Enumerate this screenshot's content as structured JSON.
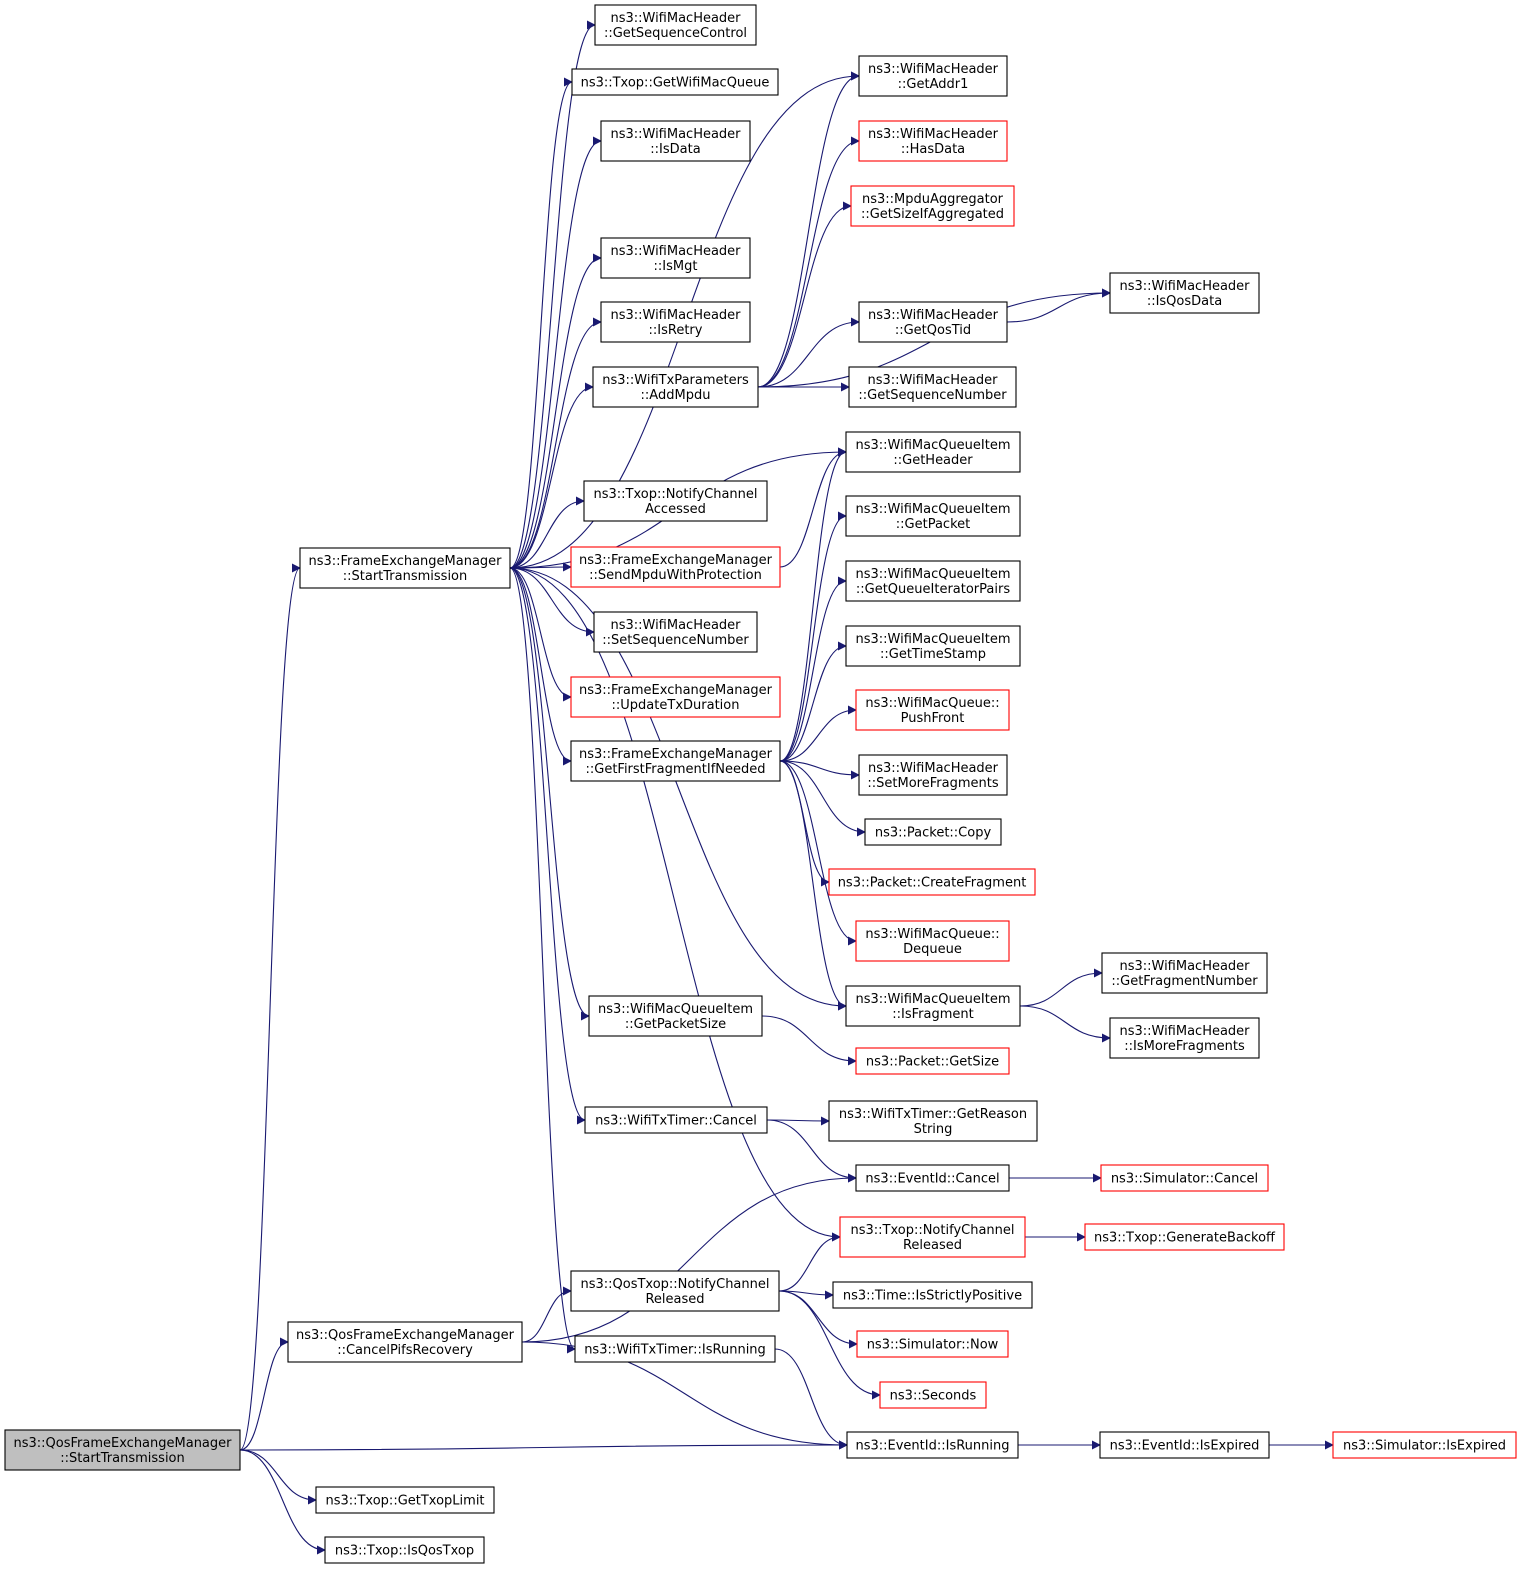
{
  "colors": {
    "edge": "#191970",
    "arrowhead": "#191970",
    "node_border": "#000000",
    "node_border_incomplete": "#ff0000",
    "node_fill": "#ffffff",
    "root_fill": "#bfbfbf",
    "text": "#000000"
  },
  "root": "qfem_start",
  "nodes": [
    {
      "id": "qfem_start",
      "lines": [
        "ns3::QosFrameExchangeManager",
        "::StartTransmission"
      ],
      "style": "root"
    },
    {
      "id": "fem_start",
      "lines": [
        "ns3::FrameExchangeManager",
        "::StartTransmission"
      ],
      "style": "normal"
    },
    {
      "id": "qfem_cancel_pifs",
      "lines": [
        "ns3::QosFrameExchangeManager",
        "::CancelPifsRecovery"
      ],
      "style": "normal"
    },
    {
      "id": "txop_get_txop_limit",
      "lines": [
        "ns3::Txop::GetTxopLimit"
      ],
      "style": "normal"
    },
    {
      "id": "txop_is_qos_txop",
      "lines": [
        "ns3::Txop::IsQosTxop"
      ],
      "style": "normal"
    },
    {
      "id": "wmh_get_seq_ctrl",
      "lines": [
        "ns3::WifiMacHeader",
        "::GetSequenceControl"
      ],
      "style": "normal"
    },
    {
      "id": "txop_get_wifi_mac_queue",
      "lines": [
        "ns3::Txop::GetWifiMacQueue"
      ],
      "style": "normal"
    },
    {
      "id": "wmh_is_data",
      "lines": [
        "ns3::WifiMacHeader",
        "::IsData"
      ],
      "style": "normal"
    },
    {
      "id": "wmh_is_mgt",
      "lines": [
        "ns3::WifiMacHeader",
        "::IsMgt"
      ],
      "style": "normal"
    },
    {
      "id": "wmh_is_retry",
      "lines": [
        "ns3::WifiMacHeader",
        "::IsRetry"
      ],
      "style": "normal"
    },
    {
      "id": "wtp_add_mpdu",
      "lines": [
        "ns3::WifiTxParameters",
        "::AddMpdu"
      ],
      "style": "normal"
    },
    {
      "id": "txop_notify_access",
      "lines": [
        "ns3::Txop::NotifyChannel",
        "Accessed"
      ],
      "style": "normal"
    },
    {
      "id": "fem_send_mpdu",
      "lines": [
        "ns3::FrameExchangeManager",
        "::SendMpduWithProtection"
      ],
      "style": "incomplete"
    },
    {
      "id": "wmh_set_seq_num",
      "lines": [
        "ns3::WifiMacHeader",
        "::SetSequenceNumber"
      ],
      "style": "normal"
    },
    {
      "id": "fem_update_tx_dur",
      "lines": [
        "ns3::FrameExchangeManager",
        "::UpdateTxDuration"
      ],
      "style": "incomplete"
    },
    {
      "id": "fem_get_first_frag",
      "lines": [
        "ns3::FrameExchangeManager",
        "::GetFirstFragmentIfNeeded"
      ],
      "style": "normal"
    },
    {
      "id": "wmqi_get_packet_size",
      "lines": [
        "ns3::WifiMacQueueItem",
        "::GetPacketSize"
      ],
      "style": "normal"
    },
    {
      "id": "wtt_cancel",
      "lines": [
        "ns3::WifiTxTimer::Cancel"
      ],
      "style": "normal"
    },
    {
      "id": "qostxop_notify_released",
      "lines": [
        "ns3::QosTxop::NotifyChannel",
        "Released"
      ],
      "style": "normal"
    },
    {
      "id": "wtt_is_running",
      "lines": [
        "ns3::WifiTxTimer::IsRunning"
      ],
      "style": "normal"
    },
    {
      "id": "wmh_get_addr1",
      "lines": [
        "ns3::WifiMacHeader",
        "::GetAddr1"
      ],
      "style": "normal"
    },
    {
      "id": "wmh_has_data",
      "lines": [
        "ns3::WifiMacHeader",
        "::HasData"
      ],
      "style": "incomplete"
    },
    {
      "id": "mpdu_agg_size",
      "lines": [
        "ns3::MpduAggregator",
        "::GetSizeIfAggregated"
      ],
      "style": "incomplete"
    },
    {
      "id": "wmh_get_qos_tid",
      "lines": [
        "ns3::WifiMacHeader",
        "::GetQosTid"
      ],
      "style": "normal"
    },
    {
      "id": "wmh_get_seq_num",
      "lines": [
        "ns3::WifiMacHeader",
        "::GetSequenceNumber"
      ],
      "style": "normal"
    },
    {
      "id": "wmqi_get_header",
      "lines": [
        "ns3::WifiMacQueueItem",
        "::GetHeader"
      ],
      "style": "normal"
    },
    {
      "id": "wmqi_get_packet",
      "lines": [
        "ns3::WifiMacQueueItem",
        "::GetPacket"
      ],
      "style": "normal"
    },
    {
      "id": "wmqi_get_queue_iter",
      "lines": [
        "ns3::WifiMacQueueItem",
        "::GetQueueIteratorPairs"
      ],
      "style": "normal"
    },
    {
      "id": "wmqi_get_timestamp",
      "lines": [
        "ns3::WifiMacQueueItem",
        "::GetTimeStamp"
      ],
      "style": "normal"
    },
    {
      "id": "wmq_push_front",
      "lines": [
        "ns3::WifiMacQueue::",
        "PushFront"
      ],
      "style": "incomplete"
    },
    {
      "id": "wmh_set_more_frag",
      "lines": [
        "ns3::WifiMacHeader",
        "::SetMoreFragments"
      ],
      "style": "normal"
    },
    {
      "id": "packet_copy",
      "lines": [
        "ns3::Packet::Copy"
      ],
      "style": "normal"
    },
    {
      "id": "packet_create_frag",
      "lines": [
        "ns3::Packet::CreateFragment"
      ],
      "style": "incomplete"
    },
    {
      "id": "wmq_dequeue",
      "lines": [
        "ns3::WifiMacQueue::",
        "Dequeue"
      ],
      "style": "incomplete"
    },
    {
      "id": "wmqi_is_fragment",
      "lines": [
        "ns3::WifiMacQueueItem",
        "::IsFragment"
      ],
      "style": "normal"
    },
    {
      "id": "packet_get_size",
      "lines": [
        "ns3::Packet::GetSize"
      ],
      "style": "incomplete"
    },
    {
      "id": "wtt_get_reason",
      "lines": [
        "ns3::WifiTxTimer::GetReason",
        "String"
      ],
      "style": "normal"
    },
    {
      "id": "eventid_cancel",
      "lines": [
        "ns3::EventId::Cancel"
      ],
      "style": "normal"
    },
    {
      "id": "txop_notify_released",
      "lines": [
        "ns3::Txop::NotifyChannel",
        "Released"
      ],
      "style": "incomplete"
    },
    {
      "id": "time_is_strictly_pos",
      "lines": [
        "ns3::Time::IsStrictlyPositive"
      ],
      "style": "normal"
    },
    {
      "id": "sim_now",
      "lines": [
        "ns3::Simulator::Now"
      ],
      "style": "incomplete"
    },
    {
      "id": "seconds",
      "lines": [
        "ns3::Seconds"
      ],
      "style": "incomplete"
    },
    {
      "id": "eventid_is_running",
      "lines": [
        "ns3::EventId::IsRunning"
      ],
      "style": "normal"
    },
    {
      "id": "wmh_is_qos_data",
      "lines": [
        "ns3::WifiMacHeader",
        "::IsQosData"
      ],
      "style": "normal"
    },
    {
      "id": "wmh_get_frag_num",
      "lines": [
        "ns3::WifiMacHeader",
        "::GetFragmentNumber"
      ],
      "style": "normal"
    },
    {
      "id": "wmh_is_more_frag",
      "lines": [
        "ns3::WifiMacHeader",
        "::IsMoreFragments"
      ],
      "style": "normal"
    },
    {
      "id": "sim_cancel",
      "lines": [
        "ns3::Simulator::Cancel"
      ],
      "style": "incomplete"
    },
    {
      "id": "txop_gen_backoff",
      "lines": [
        "ns3::Txop::GenerateBackoff"
      ],
      "style": "incomplete"
    },
    {
      "id": "eventid_is_expired",
      "lines": [
        "ns3::EventId::IsExpired"
      ],
      "style": "normal"
    },
    {
      "id": "sim_is_expired",
      "lines": [
        "ns3::Simulator::IsExpired"
      ],
      "style": "incomplete"
    }
  ],
  "edges": [
    [
      "qfem_start",
      "fem_start"
    ],
    [
      "qfem_start",
      "qfem_cancel_pifs"
    ],
    [
      "qfem_start",
      "eventid_is_running"
    ],
    [
      "qfem_start",
      "txop_get_txop_limit"
    ],
    [
      "qfem_start",
      "txop_is_qos_txop"
    ],
    [
      "fem_start",
      "wmh_get_seq_ctrl"
    ],
    [
      "fem_start",
      "txop_get_wifi_mac_queue"
    ],
    [
      "fem_start",
      "wmh_is_data"
    ],
    [
      "fem_start",
      "wmh_get_addr1"
    ],
    [
      "fem_start",
      "wmh_is_mgt"
    ],
    [
      "fem_start",
      "wmh_is_retry"
    ],
    [
      "fem_start",
      "wtp_add_mpdu"
    ],
    [
      "fem_start",
      "wmqi_get_header"
    ],
    [
      "fem_start",
      "txop_notify_access"
    ],
    [
      "fem_start",
      "fem_send_mpdu"
    ],
    [
      "fem_start",
      "wmh_set_seq_num"
    ],
    [
      "fem_start",
      "fem_update_tx_dur"
    ],
    [
      "fem_start",
      "fem_get_first_frag"
    ],
    [
      "fem_start",
      "wmqi_is_fragment"
    ],
    [
      "fem_start",
      "wmqi_get_packet_size"
    ],
    [
      "fem_start",
      "wtt_cancel"
    ],
    [
      "fem_start",
      "txop_notify_released"
    ],
    [
      "fem_start",
      "wtt_is_running"
    ],
    [
      "wtp_add_mpdu",
      "wmh_get_addr1"
    ],
    [
      "wtp_add_mpdu",
      "wmh_has_data"
    ],
    [
      "wtp_add_mpdu",
      "mpdu_agg_size"
    ],
    [
      "wtp_add_mpdu",
      "wmh_is_qos_data"
    ],
    [
      "wtp_add_mpdu",
      "wmh_get_qos_tid"
    ],
    [
      "wtp_add_mpdu",
      "wmh_get_seq_num"
    ],
    [
      "wmh_get_qos_tid",
      "wmh_is_qos_data"
    ],
    [
      "fem_send_mpdu",
      "wmqi_get_header"
    ],
    [
      "fem_get_first_frag",
      "wmqi_get_header"
    ],
    [
      "fem_get_first_frag",
      "wmqi_get_packet"
    ],
    [
      "fem_get_first_frag",
      "wmqi_get_queue_iter"
    ],
    [
      "fem_get_first_frag",
      "wmqi_get_timestamp"
    ],
    [
      "fem_get_first_frag",
      "wmq_push_front"
    ],
    [
      "fem_get_first_frag",
      "wmh_set_more_frag"
    ],
    [
      "fem_get_first_frag",
      "packet_copy"
    ],
    [
      "fem_get_first_frag",
      "packet_create_frag"
    ],
    [
      "fem_get_first_frag",
      "wmq_dequeue"
    ],
    [
      "fem_get_first_frag",
      "wmqi_is_fragment"
    ],
    [
      "wmqi_is_fragment",
      "wmh_get_frag_num"
    ],
    [
      "wmqi_is_fragment",
      "wmh_is_more_frag"
    ],
    [
      "wmqi_get_packet_size",
      "packet_get_size"
    ],
    [
      "wtt_cancel",
      "wtt_get_reason"
    ],
    [
      "wtt_cancel",
      "eventid_cancel"
    ],
    [
      "eventid_cancel",
      "sim_cancel"
    ],
    [
      "txop_notify_released",
      "txop_gen_backoff"
    ],
    [
      "qfem_cancel_pifs",
      "eventid_cancel"
    ],
    [
      "qfem_cancel_pifs",
      "qostxop_notify_released"
    ],
    [
      "qfem_cancel_pifs",
      "eventid_is_running"
    ],
    [
      "qostxop_notify_released",
      "txop_notify_released"
    ],
    [
      "qostxop_notify_released",
      "time_is_strictly_pos"
    ],
    [
      "qostxop_notify_released",
      "sim_now"
    ],
    [
      "qostxop_notify_released",
      "seconds"
    ],
    [
      "wtt_is_running",
      "eventid_is_running"
    ],
    [
      "eventid_is_running",
      "eventid_is_expired"
    ],
    [
      "eventid_is_expired",
      "sim_is_expired"
    ]
  ]
}
